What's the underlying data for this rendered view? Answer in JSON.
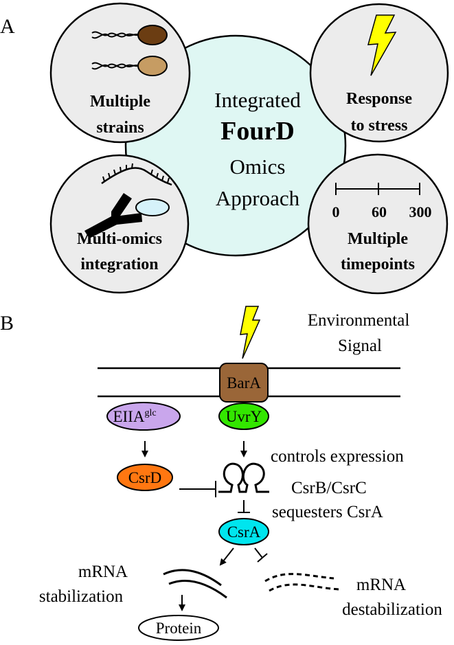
{
  "panel_a": {
    "label": "A",
    "center": {
      "line1": "Integrated",
      "line2": "FourD",
      "line3": "Omics",
      "line4": "Approach"
    },
    "strains": {
      "line1": "Multiple",
      "line2": "strains"
    },
    "stress": {
      "line1": "Response",
      "line2": "to stress"
    },
    "omics": {
      "line1": "Multi-omics",
      "line2": "integration"
    },
    "timepoints": {
      "ticks": [
        "0",
        "60",
        "300"
      ],
      "line1": "Multiple",
      "line2": "timepoints"
    }
  },
  "panel_b": {
    "label": "B",
    "signal": {
      "line1": "Environmental",
      "line2": "Signal"
    },
    "bara": "BarA",
    "uvry": "UvrY",
    "eiia": {
      "main": "EIIA",
      "sup": "glc"
    },
    "csrd": "CsrD",
    "csra": "CsrA",
    "protein": "Protein",
    "controls": "controls expression",
    "csrbc": "CsrB/CsrC",
    "sequesters": "sequesters CsrA",
    "mrna_stab": {
      "line1": "mRNA",
      "line2": "stabilization"
    },
    "mrna_destab": {
      "line1": "mRNA",
      "line2": "destabilization"
    }
  },
  "colors": {
    "center_fill": "#dff7f3",
    "outer_fill": "#ececec",
    "bolt": "#ffff00",
    "bacterium_dark": "#6b3d12",
    "bacterium_light": "#c69c63",
    "oval_fill": "#d6f2fa",
    "bara": "#9a6638",
    "uvry": "#33e600",
    "eiia": "#c9a6ec",
    "csrd": "#ff7711",
    "csra": "#00e5ee"
  }
}
